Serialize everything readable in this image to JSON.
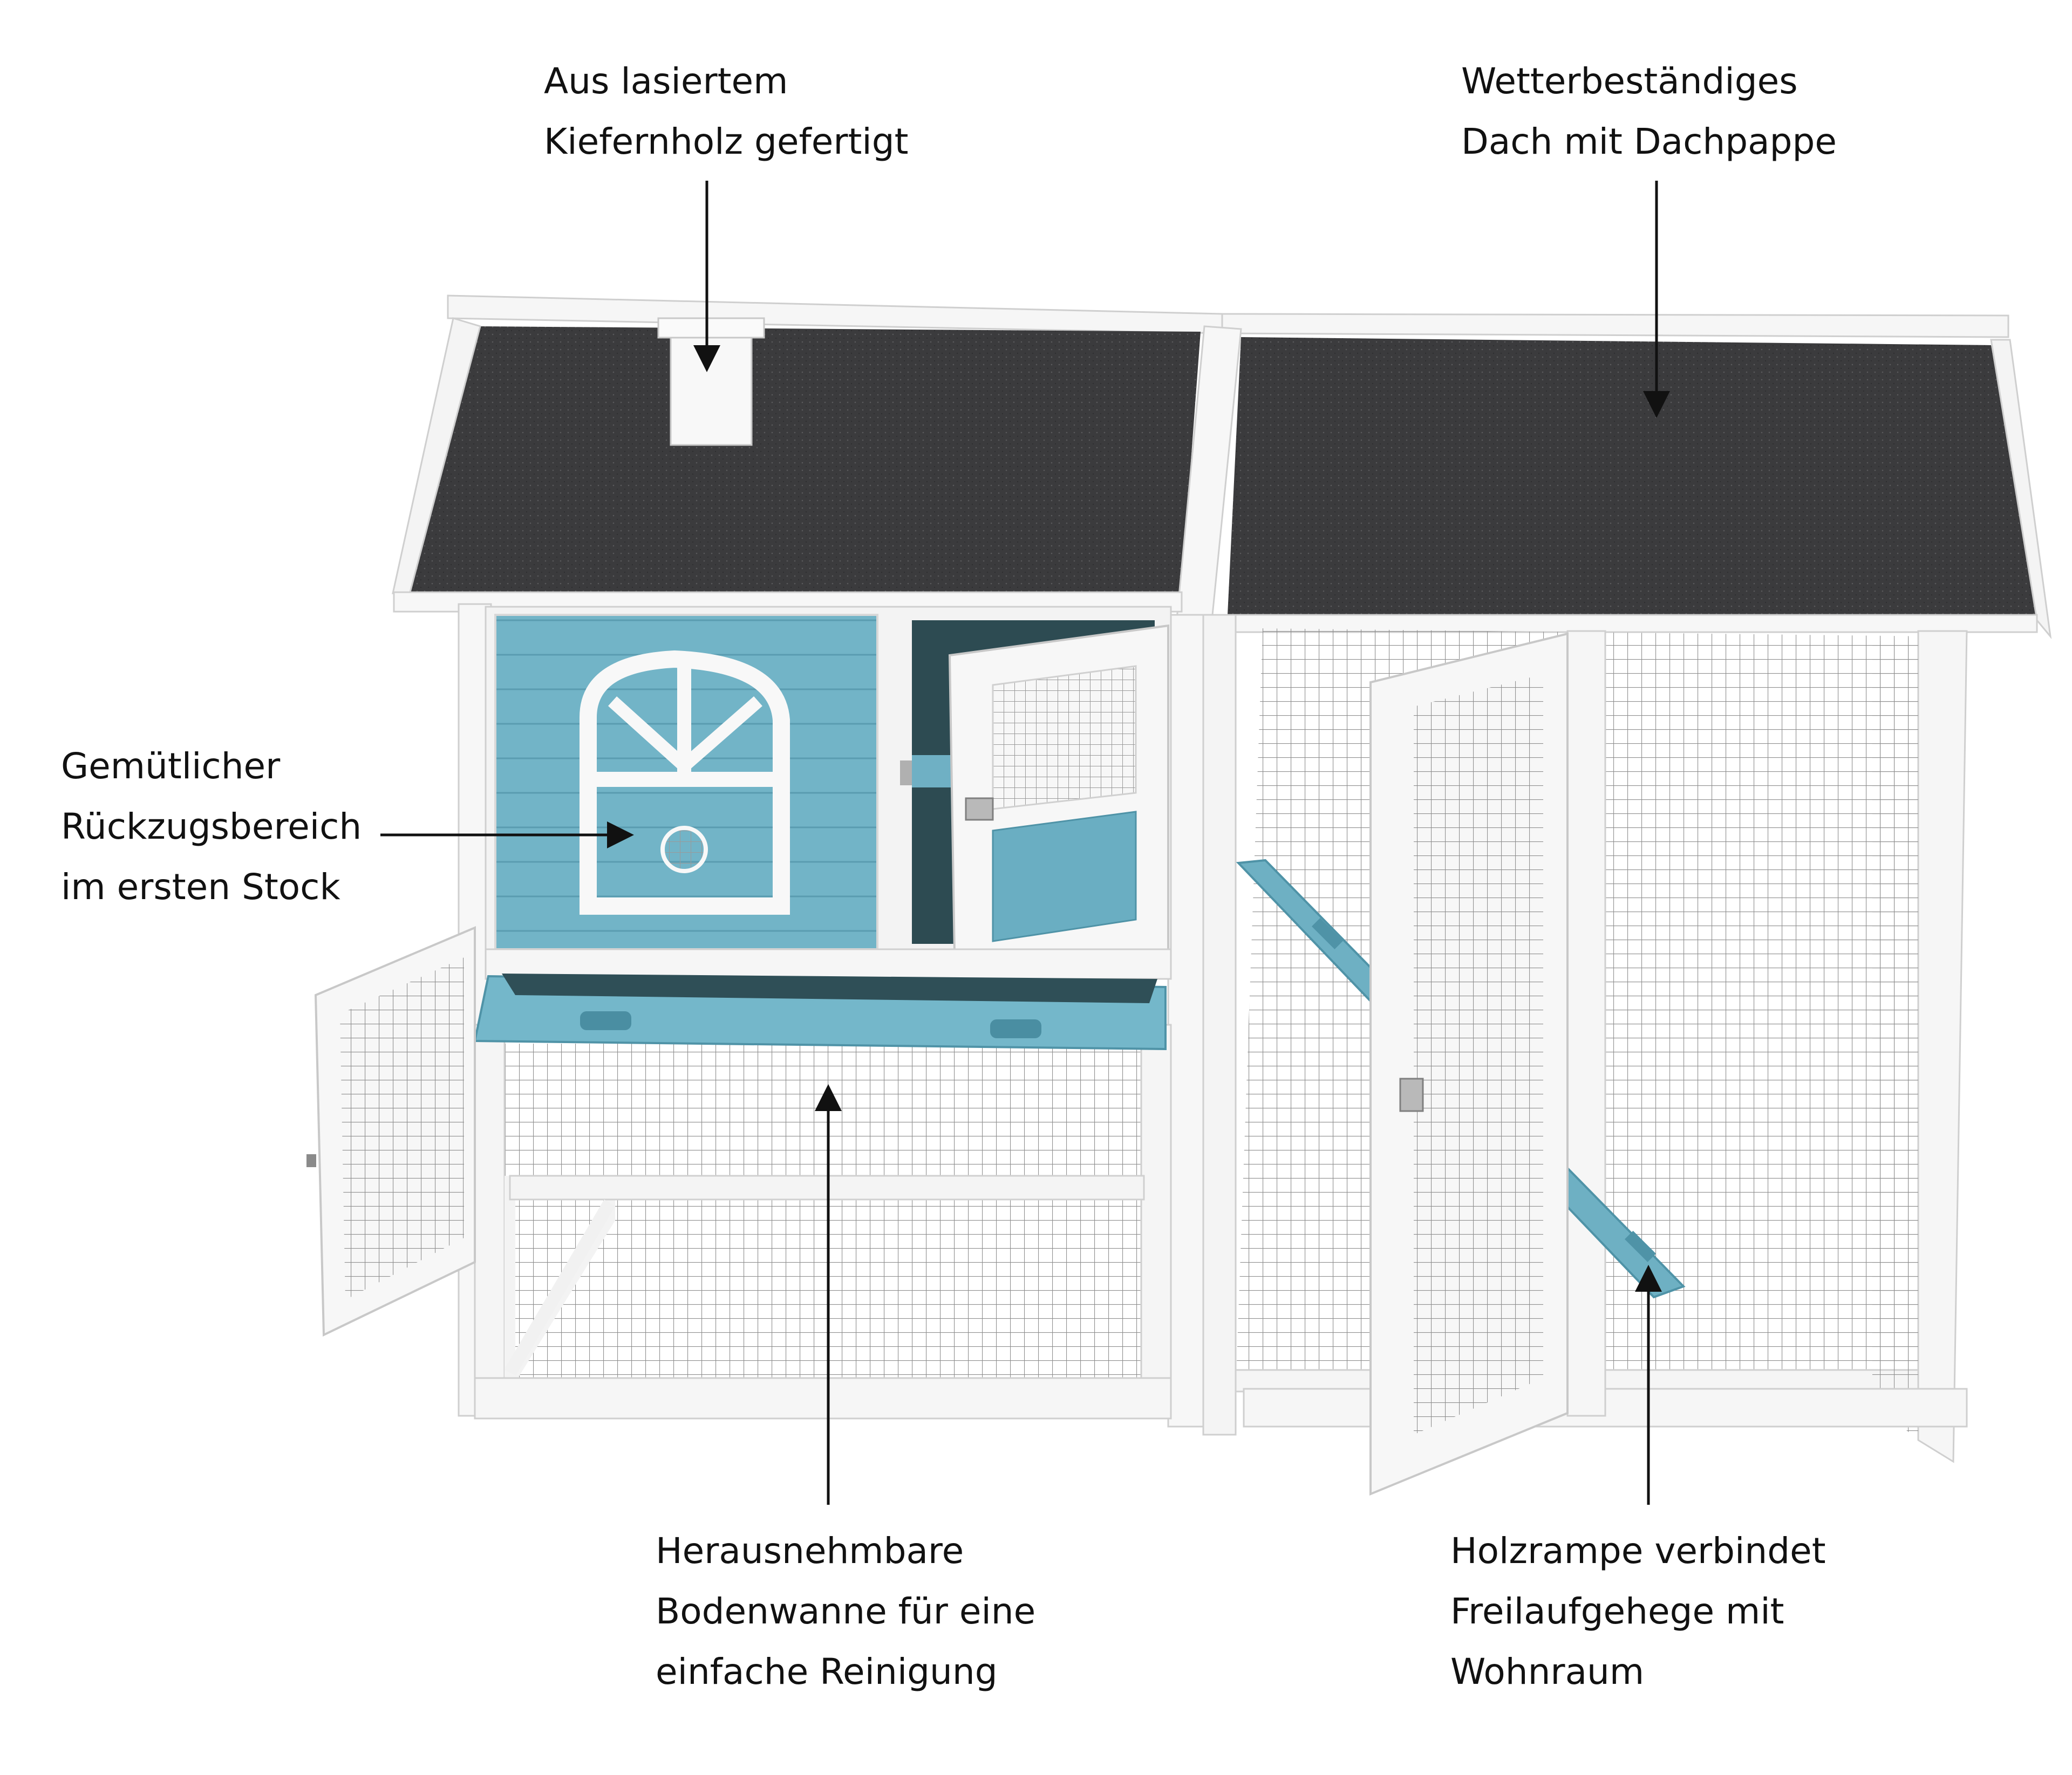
{
  "callouts": {
    "wood": {
      "line1": "Aus lasiertem",
      "line2": "Kiefernholz gefertigt"
    },
    "roof": {
      "line1": "Wetterbeständiges",
      "line2": "Dach mit Dachpappe"
    },
    "retreat": {
      "line1": "Gemütlicher",
      "line2": "Rückzugsbereich",
      "line3": "im ersten Stock"
    },
    "tray": {
      "line1": "Herausnehmbare",
      "line2": "Bodenwanne für eine",
      "line3": "einfache Reinigung"
    },
    "ramp": {
      "line1": "Holzrampe verbindet",
      "line2": "Freilaufgehege mit",
      "line3": "Wohnraum"
    }
  },
  "colors": {
    "roof": "#3a3a3c",
    "frame": "#f7f7f7",
    "frame_edge": "#c9c9c9",
    "wood_blue": "#6fb1c4",
    "wood_blue_dark": "#4f93a7",
    "mesh": "#8a8a8a",
    "arrow": "#111111"
  }
}
